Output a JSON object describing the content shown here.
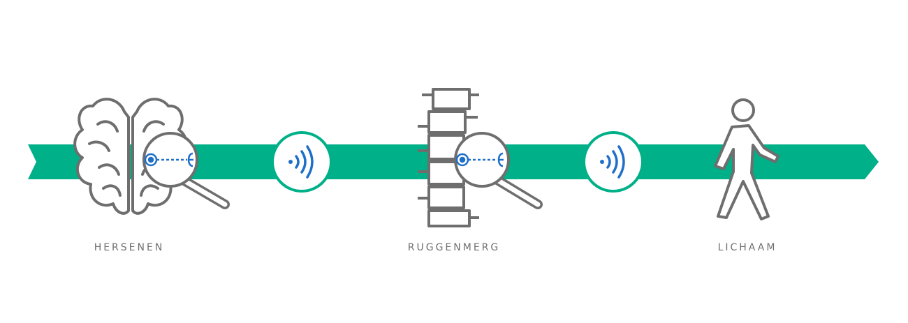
{
  "stages": [
    {
      "label": "HERSENEN",
      "icon": "brain-icon"
    },
    {
      "label": "RUGGENMERG",
      "icon": "spine-icon"
    },
    {
      "label": "LICHAAM",
      "icon": "walking-person-icon"
    }
  ],
  "connectors": [
    {
      "icon": "wireless-signal-icon"
    },
    {
      "icon": "wireless-signal-icon"
    }
  ],
  "colors": {
    "arrow": "#00b088",
    "outline": "#6e6e6e",
    "accent": "#1f6fc9",
    "label": "#6f6f6f",
    "background": "#ffffff"
  }
}
